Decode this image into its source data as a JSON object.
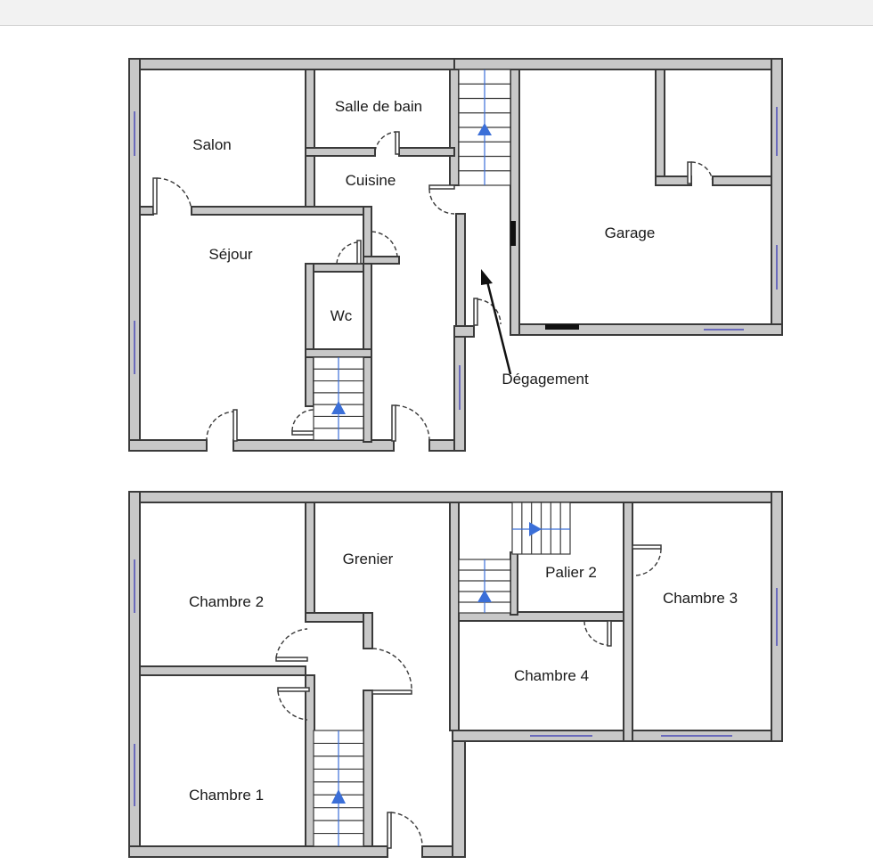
{
  "floor_ground": {
    "rooms": {
      "salon": "Salon",
      "salle_de_bain": "Salle de bain",
      "cuisine": "Cuisine",
      "garage": "Garage",
      "sejour": "Séjour",
      "wc": "Wc",
      "degagement": "Dégagement"
    }
  },
  "floor_upper": {
    "rooms": {
      "grenier": "Grenier",
      "chambre_2": "Chambre 2",
      "chambre_1": "Chambre 1",
      "palier_2": "Palier 2",
      "chambre_3": "Chambre 3",
      "chambre_4": "Chambre 4"
    }
  },
  "colors": {
    "wall_fill": "#c8c8c8",
    "wall_stroke": "#3a3a3a",
    "window": "#4a4ab8",
    "stair_arrow": "#3b6fd8"
  }
}
